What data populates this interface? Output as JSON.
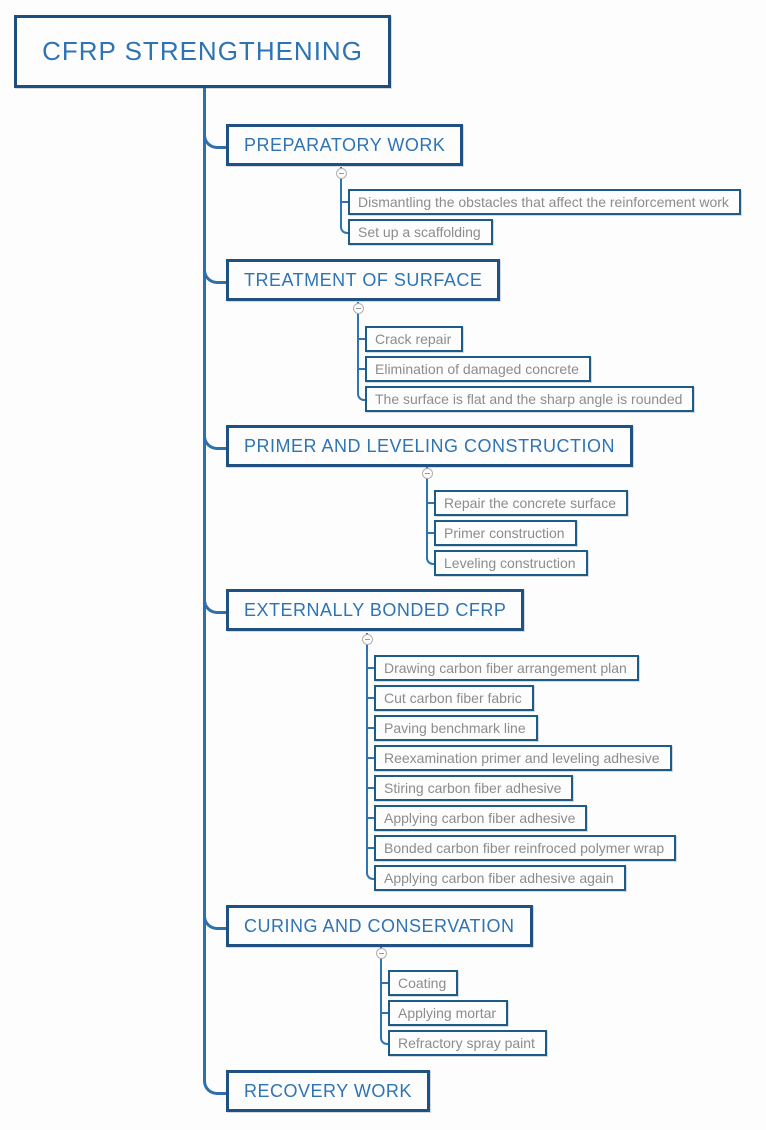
{
  "diagram": {
    "root": {
      "label": "CFRP STRENGTHENING"
    },
    "branches": [
      {
        "label": "PREPARATORY WORK",
        "children": [
          "Dismantling the obstacles that affect the reinforcement work",
          "Set up a scaffolding"
        ]
      },
      {
        "label": "TREATMENT OF SURFACE",
        "children": [
          "Crack repair",
          "Elimination of damaged concrete",
          "The surface is flat and the sharp angle is rounded"
        ]
      },
      {
        "label": "PRIMER AND LEVELING CONSTRUCTION",
        "children": [
          "Repair the concrete surface",
          "Primer construction",
          "Leveling construction"
        ]
      },
      {
        "label": "EXTERNALLY BONDED CFRP",
        "children": [
          "Drawing carbon fiber arrangement plan",
          "Cut carbon fiber fabric",
          "Paving benchmark line",
          "Reexamination primer and leveling adhesive",
          "Stiring carbon fiber adhesive",
          "Applying carbon fiber adhesive",
          "Bonded carbon fiber reinfroced polymer wrap",
          "Applying carbon fiber adhesive again"
        ]
      },
      {
        "label": "CURING AND CONSERVATION",
        "children": [
          "Coating",
          "Applying mortar",
          "Refractory spray paint"
        ]
      },
      {
        "label": "RECOVERY WORK",
        "children": []
      }
    ],
    "colors": {
      "topic_border": "#1f5182",
      "subtopic_border": "#1d5c87",
      "connector": "#2e74b5",
      "topic_text": "#2e74b5",
      "subtopic_text": "#8c8c8c",
      "background": "#fdfdfd"
    }
  }
}
